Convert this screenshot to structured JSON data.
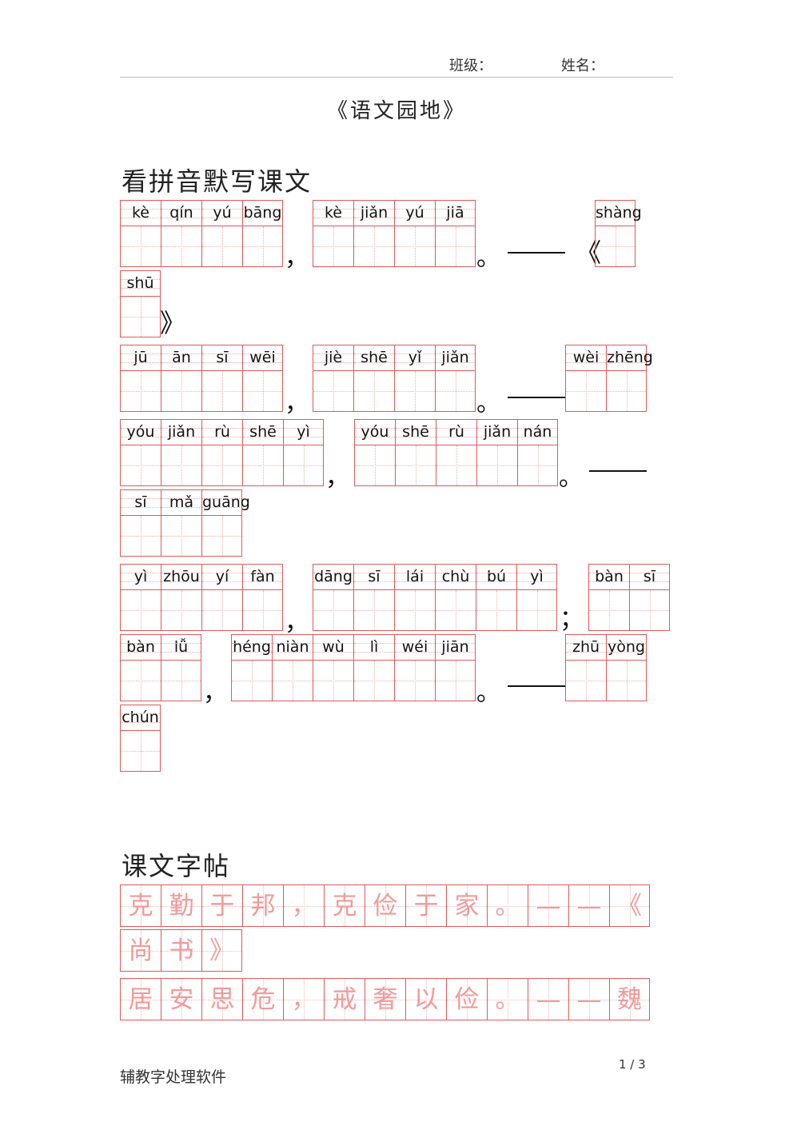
{
  "header": {
    "class_label": "班级：",
    "name_label": "姓名："
  },
  "title": "《语文园地》",
  "sections": {
    "pinyin": "看拼音默写课文",
    "copybook": "课文字帖"
  },
  "pinyin_rows": [
    {
      "groups": [
        {
          "syllables": [
            "kè",
            "qín",
            "yú",
            "bāng"
          ]
        },
        {
          "syllables": [
            "kè",
            "jiǎn",
            "yú",
            "jiā"
          ]
        },
        {
          "syllables": [
            "shàng"
          ]
        }
      ]
    },
    {
      "groups": [
        {
          "syllables": [
            "shū"
          ]
        }
      ]
    },
    {
      "groups": [
        {
          "syllables": [
            "jū",
            "ān",
            "sī",
            "wēi"
          ]
        },
        {
          "syllables": [
            "jiè",
            "shē",
            "yǐ",
            "jiǎn"
          ]
        },
        {
          "syllables": [
            "wèi",
            "zhēng"
          ]
        }
      ]
    },
    {
      "groups": [
        {
          "syllables": [
            "yóu",
            "jiǎn",
            "rù",
            "shē",
            "yì"
          ]
        },
        {
          "syllables": [
            "yóu",
            "shē",
            "rù",
            "jiǎn",
            "nán"
          ]
        }
      ]
    },
    {
      "groups": [
        {
          "syllables": [
            "sī",
            "mǎ",
            "guāng"
          ]
        }
      ]
    },
    {
      "groups": [
        {
          "syllables": [
            "yì",
            "zhōu",
            "yí",
            "fàn"
          ]
        },
        {
          "syllables": [
            "dāng",
            "sī",
            "lái",
            "chù",
            "bú",
            "yì"
          ]
        },
        {
          "syllables": [
            "bàn",
            "sī"
          ]
        }
      ]
    },
    {
      "groups": [
        {
          "syllables": [
            "bàn",
            "lǚ"
          ]
        },
        {
          "syllables": [
            "héng",
            "niàn",
            "wù",
            "lì",
            "wéi",
            "jiān"
          ]
        },
        {
          "syllables": [
            "zhū",
            "yòng"
          ]
        }
      ]
    },
    {
      "groups": [
        {
          "syllables": [
            "chún"
          ]
        }
      ]
    }
  ],
  "punctuation": {
    "comma": "，",
    "period": "。",
    "semicolon": "；",
    "book_open": "《",
    "book_close": "》",
    "dash": "——"
  },
  "copybook_rows": [
    [
      "克",
      "勤",
      "于",
      "邦",
      "，",
      "克",
      "俭",
      "于",
      "家",
      "。",
      "—",
      "—",
      "《"
    ],
    [
      "尚",
      "书",
      "》"
    ],
    [
      "居",
      "安",
      "思",
      "危",
      "，",
      "戒",
      "奢",
      "以",
      "俭",
      "。",
      "—",
      "—",
      "魏"
    ]
  ],
  "footer": {
    "software": "辅教字处理软件",
    "page": "1 / 3"
  }
}
